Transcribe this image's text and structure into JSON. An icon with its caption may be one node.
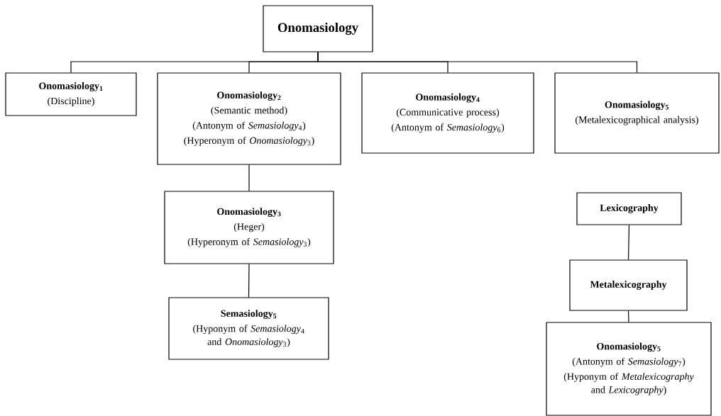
{
  "diagram": {
    "nodes": [
      {
        "text": [
          "Onomasiology"
        ]
      },
      {
        "text": [
          "Onomasiology$_{1}$",
          "(Discipline)"
        ]
      },
      {
        "text": [
          "Onomasiology$_{2}$",
          "(Semantic method)",
          "(Antonym of *Semasiology*$_{4}$)",
          "(Hyperonym of *Onomasiology*$_{3}$)"
        ]
      },
      {
        "text": [
          "Onomasiology$_{4}$",
          "(Communicative process)",
          "(Antonym of *Semasiology*$_{6}$)"
        ]
      },
      {
        "text": [
          "Onomasiology$_{5}$",
          "(Metalexicographical analysis)"
        ]
      },
      {
        "text": [
          "Onomasiology$_{3}$",
          "(Heger)",
          "(Hyperonym of *Semasiology*$_{3}$)"
        ]
      },
      {
        "text": [
          "Semasiology$_{5}$",
          "(Hyponym of *Semasiology*$_{4}$ and *Onomasiology*$_{3}$)"
        ]
      },
      {
        "text": [
          "Lexicography"
        ]
      },
      {
        "text": [
          "Metalexicography"
        ]
      },
      {
        "text": [
          "Onomasiology$_{5}$",
          "(Antonym of *Semasiology*$_{7}$)",
          "(Hyponym of *Metalexicography* and *Lexicography*)"
        ]
      }
    ],
    "edges": [
      {
        "from": 0,
        "to": 1,
        "arrow": "none"
      },
      {
        "from": 0,
        "to": 2,
        "arrow": "none"
      },
      {
        "from": 0,
        "to": 3,
        "arrow": "none"
      },
      {
        "from": 0,
        "to": 4,
        "arrow": "none"
      },
      {
        "from": 2,
        "to": 5,
        "arrow": "none"
      },
      {
        "from": 5,
        "to": 6,
        "arrow": "none"
      },
      {
        "from": 7,
        "to": 8,
        "arrow": "none"
      },
      {
        "from": 8,
        "to": 9,
        "arrow": "none"
      }
    ]
  }
}
